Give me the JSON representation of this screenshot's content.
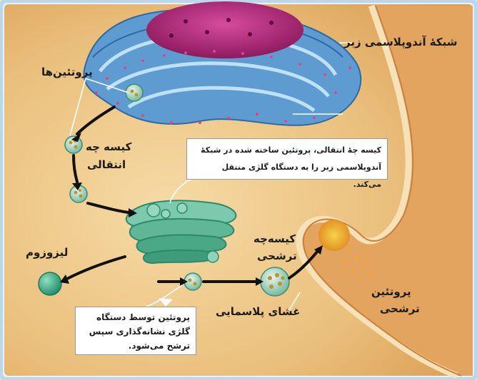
{
  "labels": {
    "rough_er": "شبکهٔ آندوپلاسمی زبر",
    "proteins": "پروتئین‌ها",
    "transport_vesicle_1": "کیسه چه",
    "transport_vesicle_2": "انتقالی",
    "lysosome": "لیزوزوم",
    "secretory_vesicle_1": "کیسه‌چه",
    "secretory_vesicle_2": "ترشحی",
    "plasma_membrane": "غشای پلاسمایی",
    "secreted_protein_1": "پروتئین",
    "secreted_protein_2": "ترشحی"
  },
  "callouts": {
    "transport_note_1": "کیسه چهٔ انتقالی، پروتئین ساخته شده در شبکهٔ",
    "transport_note_2": "آندوپلاسمی زبر را به دستگاه گلژی منتقل می‌کند.",
    "golgi_note_1": "پروتئین توسط دستگاه",
    "golgi_note_2": "گلژی نشانه‌گذاری سپس",
    "golgi_note_3": "ترشح می‌شود."
  },
  "colors": {
    "cytoplasm": "#e7b66d",
    "membrane": "#efc98f",
    "er": "#4f8fc7",
    "nucleus": "#b2277a",
    "golgi": "#3aa58c",
    "lysosome": "#2fa07e"
  }
}
